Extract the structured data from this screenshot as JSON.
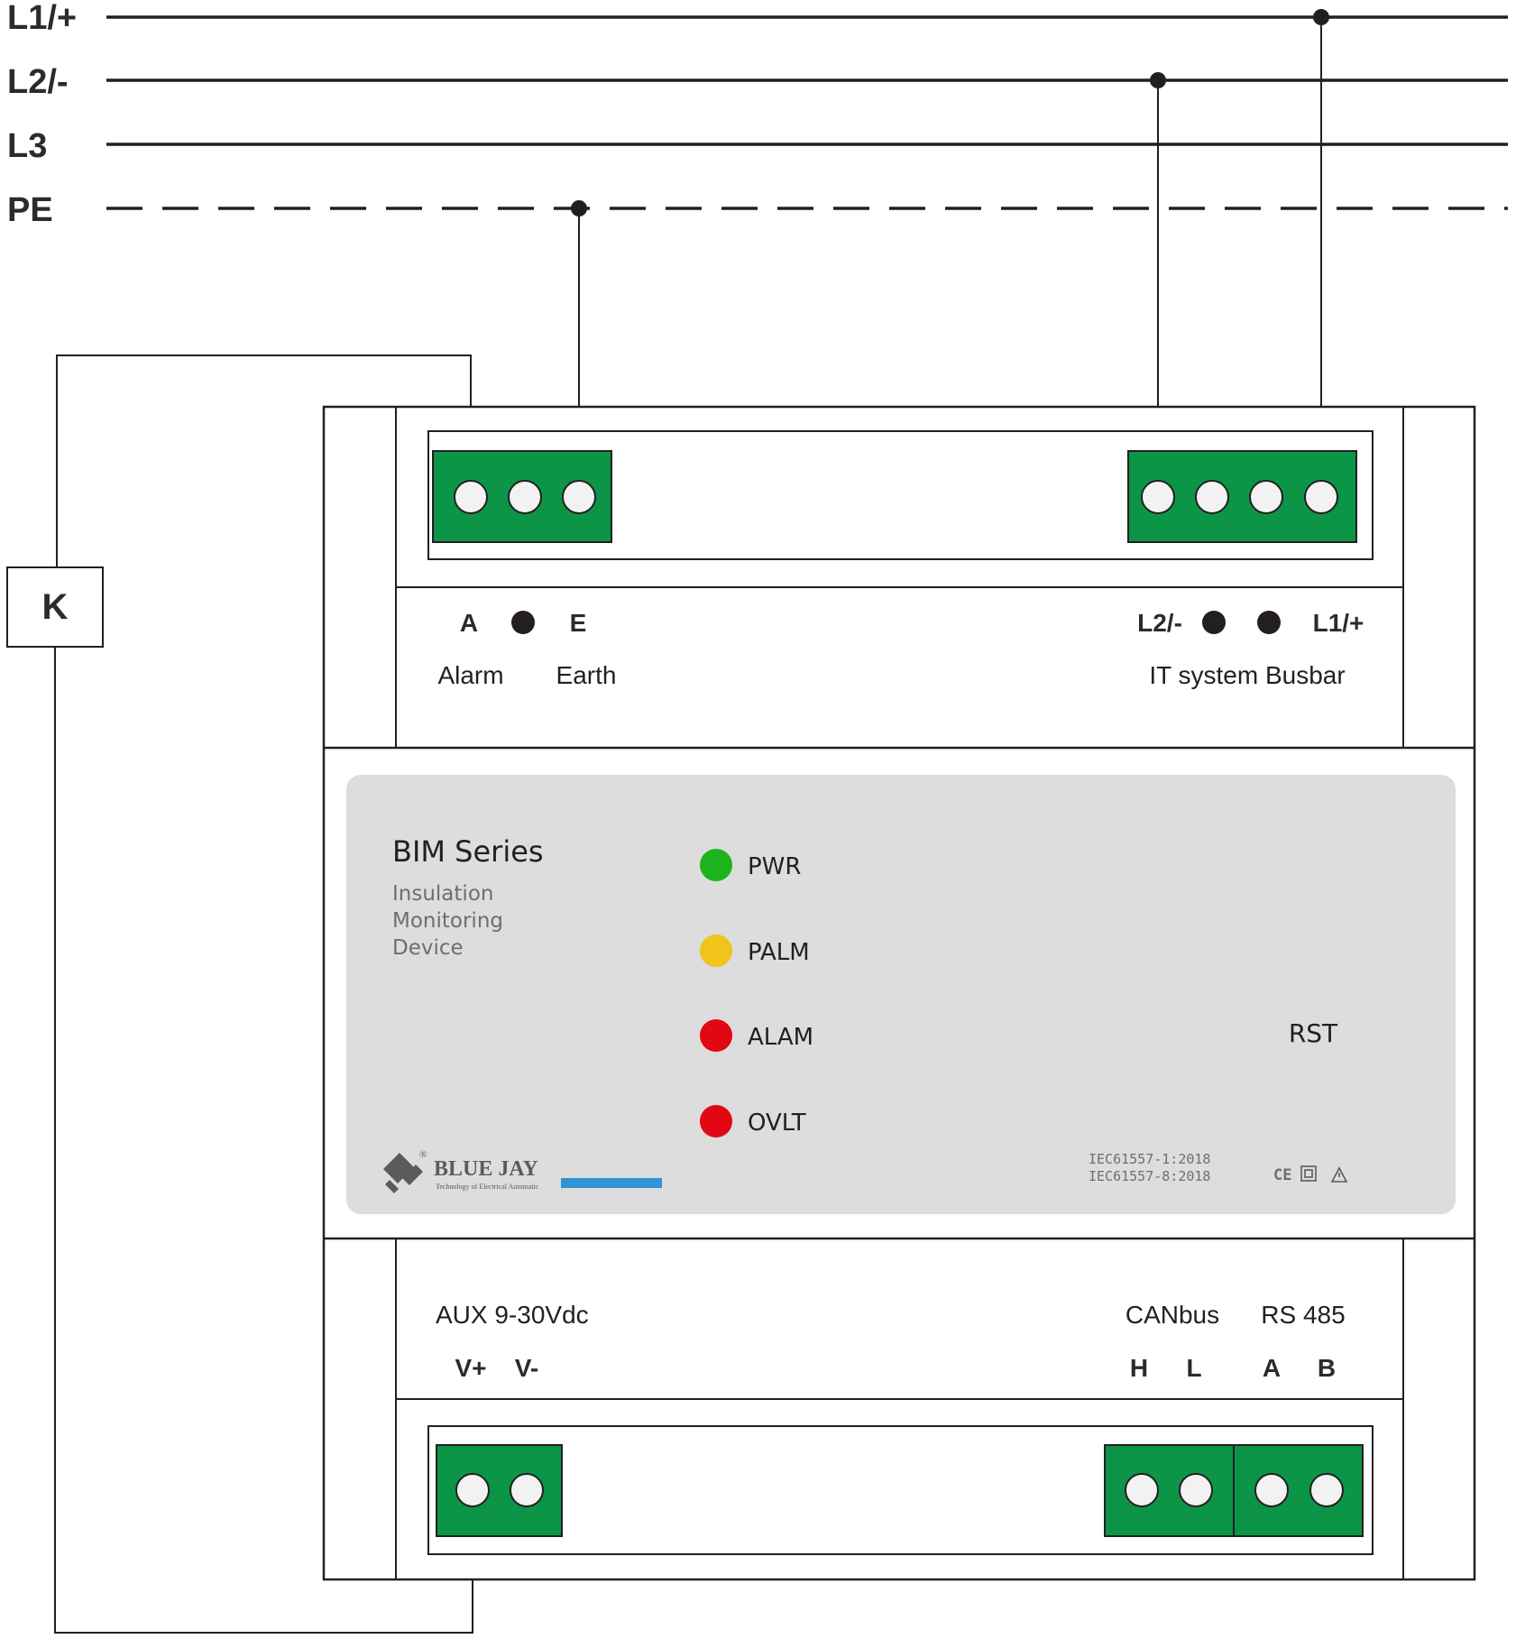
{
  "busbars": [
    {
      "label": "L1/+",
      "style": "solid"
    },
    {
      "label": "L2/-",
      "style": "solid"
    },
    {
      "label": "L3",
      "style": "solid"
    },
    {
      "label": "PE",
      "style": "dashed"
    }
  ],
  "relay_label": "K",
  "top_terminals": {
    "left_codes": [
      "A",
      "E"
    ],
    "left_names": [
      "Alarm",
      "Earth"
    ],
    "right_codes": [
      "L2/-",
      "L1/+"
    ],
    "right_name": "IT system Busbar"
  },
  "panel": {
    "title": "BIM Series",
    "subtitle_lines": [
      "Insulation",
      "Monitoring",
      "Device"
    ],
    "leds": [
      {
        "label": "PWR",
        "color": "#1db31d"
      },
      {
        "label": "PALM",
        "color": "#f0c419"
      },
      {
        "label": "ALAM",
        "color": "#e30613"
      },
      {
        "label": "OVLT",
        "color": "#e30613"
      }
    ],
    "reset_label": "RST",
    "brand_name": "BLUE JAY",
    "brand_registered": "®",
    "brand_tagline": "Technology of Electrical Automatic",
    "brand_accent": "#2f95d4",
    "standards": [
      "IEC61557-1:2018",
      "IEC61557-8:2018"
    ],
    "marks": [
      "CE",
      "class-II-double-square-icon",
      "warning-triangle-icon"
    ],
    "background": "#dcdddc"
  },
  "bottom_terminals": {
    "aux_label": "AUX 9-30Vdc",
    "aux_pins": [
      "V+",
      "V-"
    ],
    "canbus_label": "CANbus",
    "canbus_pins": [
      "H",
      "L"
    ],
    "rs485_label": "RS 485",
    "rs485_pins": [
      "A",
      "B"
    ]
  },
  "terminal_color": "#0c9447"
}
